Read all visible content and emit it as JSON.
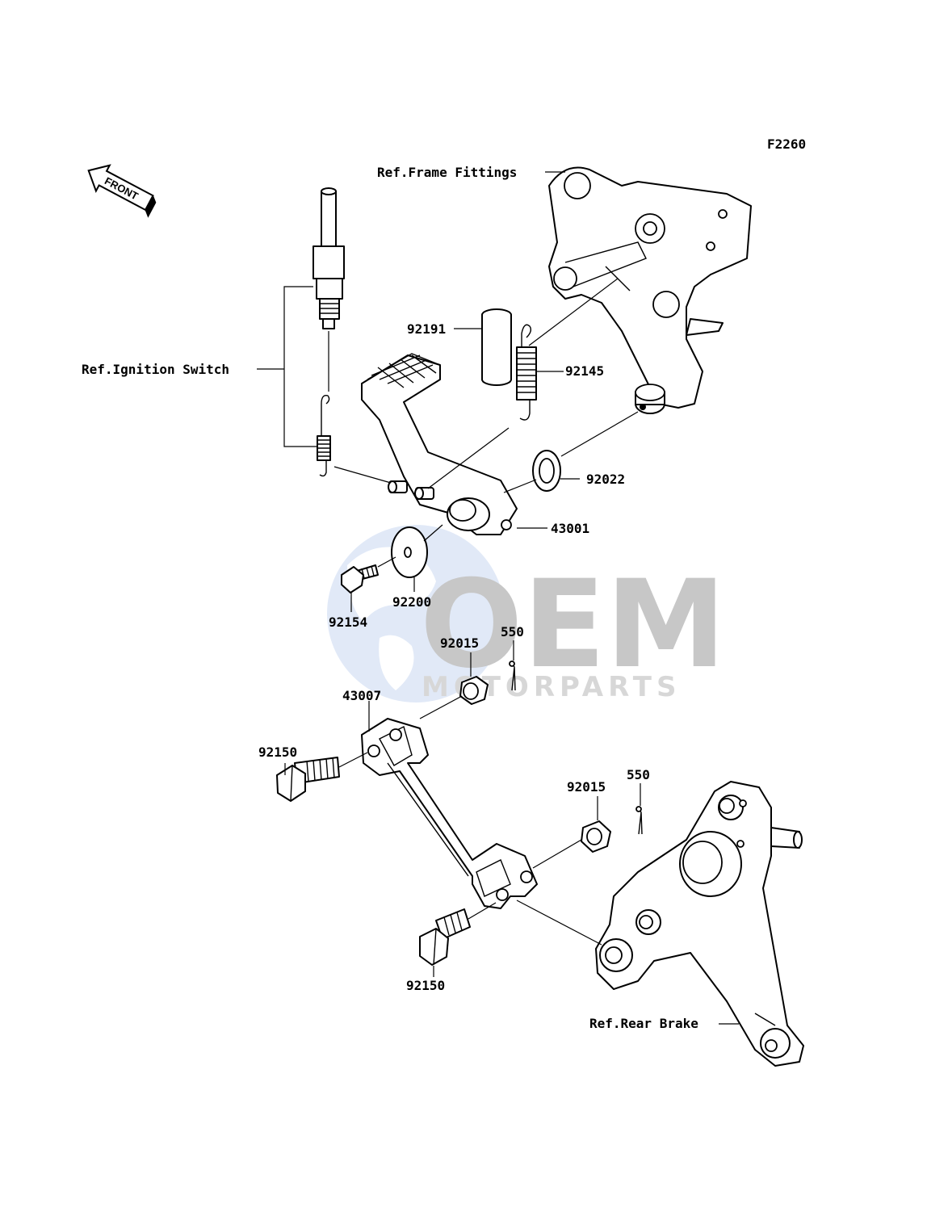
{
  "diagram_code": "F2260",
  "front_badge": "FRONT",
  "watermark": {
    "brand": "OEM",
    "subtitle": "MOTORPARTS",
    "globe_color": "#9fb8e6",
    "text_color": "#8a8a8a"
  },
  "references": {
    "frame_fittings": "Ref.Frame Fittings",
    "ignition_switch": "Ref.Ignition Switch",
    "rear_brake": "Ref.Rear Brake"
  },
  "part_labels": {
    "p92191": "92191",
    "p92145": "92145",
    "p92022": "92022",
    "p43001": "43001",
    "p92200": "92200",
    "p92154": "92154",
    "p92015_upper": "92015",
    "p550_upper": "550",
    "p43007": "43007",
    "p92150_left": "92150",
    "p92015_lower": "92015",
    "p550_lower": "550",
    "p92150_bottom": "92150"
  }
}
